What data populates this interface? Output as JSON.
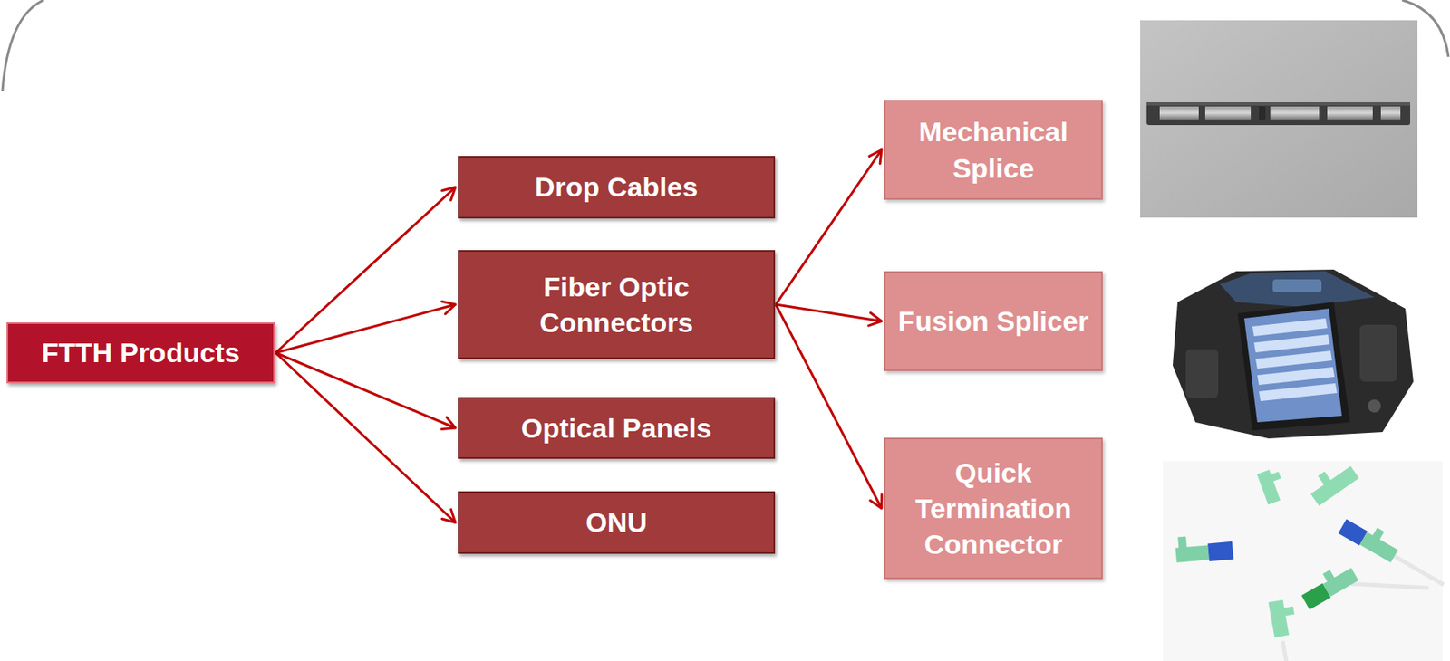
{
  "diagram": {
    "nodes": [
      {
        "text": [
          "FTTH Products"
        ]
      },
      {
        "text": [
          "Drop Cables"
        ]
      },
      {
        "text": [
          "Fiber Optic Connectors"
        ]
      },
      {
        "text": [
          "Optical Panels"
        ]
      },
      {
        "text": [
          "ONU"
        ]
      },
      {
        "text": [
          "Mechanical Splice"
        ]
      },
      {
        "text": [
          "Fusion Splicer"
        ]
      },
      {
        "text": [
          "Quick Termination Connector"
        ]
      }
    ],
    "edges": [
      {
        "from": 0,
        "to": 1,
        "arrow": "to"
      },
      {
        "from": 0,
        "to": 2,
        "arrow": "to"
      },
      {
        "from": 0,
        "to": 3,
        "arrow": "to"
      },
      {
        "from": 0,
        "to": 4,
        "arrow": "to"
      },
      {
        "from": 2,
        "to": 5,
        "arrow": "to"
      },
      {
        "from": 2,
        "to": 6,
        "arrow": "to"
      },
      {
        "from": 2,
        "to": 7,
        "arrow": "to"
      }
    ]
  }
}
